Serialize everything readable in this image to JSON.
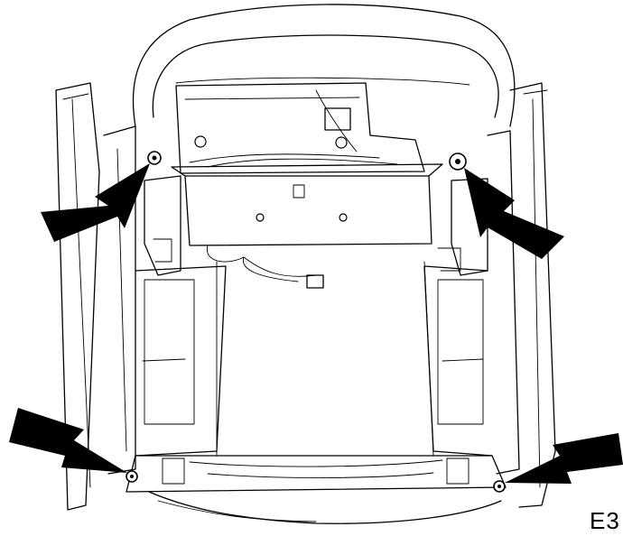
{
  "figure": {
    "code": "E3",
    "background": "#ffffff",
    "line_color": "#000000"
  },
  "callouts": [
    {
      "id": "bolt-front-left",
      "marker": "arrow"
    },
    {
      "id": "bolt-front-right",
      "marker": "arrow"
    },
    {
      "id": "bolt-rear-left",
      "marker": "arrow"
    },
    {
      "id": "bolt-rear-right",
      "marker": "arrow"
    }
  ]
}
